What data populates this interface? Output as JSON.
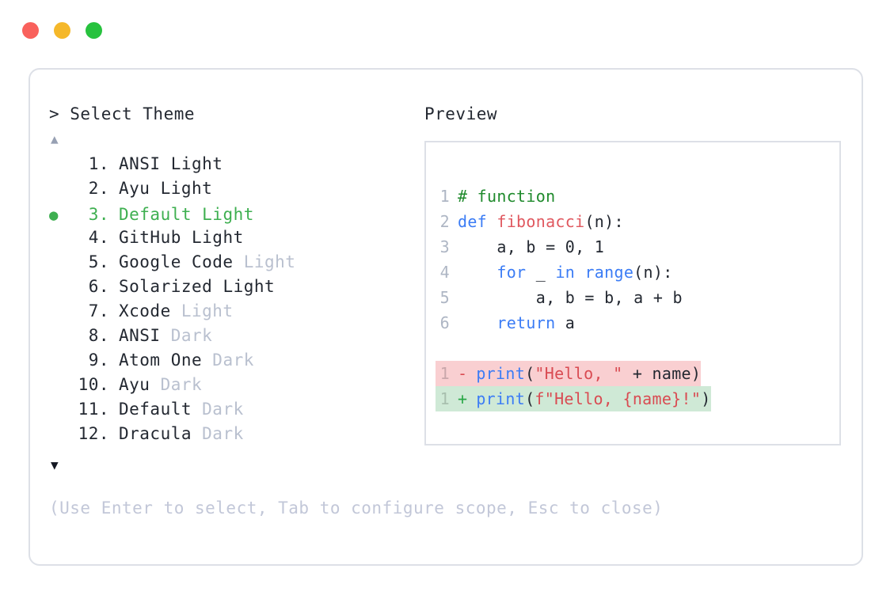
{
  "window": {
    "dots": [
      {
        "name": "close",
        "color": "#f9615c"
      },
      {
        "name": "minimize",
        "color": "#f5b82a"
      },
      {
        "name": "maximize",
        "color": "#27c23e"
      }
    ]
  },
  "left_panel": {
    "prompt": "> Select Theme",
    "scroll_up_icon": "▲",
    "scroll_down_icon": "▼",
    "selected_index": 3,
    "selected_bullet": "●",
    "accent_green": "#3eaf50",
    "muted_color": "#b9c0cf",
    "items": [
      {
        "number": "1.",
        "name": "ANSI",
        "suffix": "Light",
        "suffix_muted": false,
        "selected": false
      },
      {
        "number": "2.",
        "name": "Ayu",
        "suffix": "Light",
        "suffix_muted": false,
        "selected": false
      },
      {
        "number": "3.",
        "name": "Default",
        "suffix": "Light",
        "suffix_muted": false,
        "selected": true
      },
      {
        "number": "4.",
        "name": "GitHub",
        "suffix": "Light",
        "suffix_muted": false,
        "selected": false
      },
      {
        "number": "5.",
        "name": "Google Code",
        "suffix": "Light",
        "suffix_muted": true,
        "selected": false
      },
      {
        "number": "6.",
        "name": "Solarized",
        "suffix": "Light",
        "suffix_muted": false,
        "selected": false
      },
      {
        "number": "7.",
        "name": "Xcode",
        "suffix": "Light",
        "suffix_muted": true,
        "selected": false
      },
      {
        "number": "8.",
        "name": "ANSI",
        "suffix": "Dark",
        "suffix_muted": true,
        "selected": false
      },
      {
        "number": "9.",
        "name": "Atom One",
        "suffix": "Dark",
        "suffix_muted": true,
        "selected": false
      },
      {
        "number": "10.",
        "name": "Ayu",
        "suffix": "Dark",
        "suffix_muted": true,
        "selected": false
      },
      {
        "number": "11.",
        "name": "Default",
        "suffix": "Dark",
        "suffix_muted": true,
        "selected": false
      },
      {
        "number": "12.",
        "name": "Dracula",
        "suffix": "Dark",
        "suffix_muted": true,
        "selected": false
      }
    ],
    "hint": "(Use Enter to select, Tab to configure scope, Esc to close)"
  },
  "right_panel": {
    "label": "Preview",
    "code_lines": [
      {
        "lineno": "1",
        "tokens": [
          {
            "text": "# function",
            "type": "comment"
          }
        ]
      },
      {
        "lineno": "2",
        "tokens": [
          {
            "text": "def ",
            "type": "keyword"
          },
          {
            "text": "fibonacci",
            "type": "fn"
          },
          {
            "text": "(n):",
            "type": "plain"
          }
        ]
      },
      {
        "lineno": "3",
        "tokens": [
          {
            "text": "    a, b = 0, 1",
            "type": "plain"
          }
        ]
      },
      {
        "lineno": "4",
        "tokens": [
          {
            "text": "    ",
            "type": "plain"
          },
          {
            "text": "for",
            "type": "keyword"
          },
          {
            "text": " _ ",
            "type": "plain"
          },
          {
            "text": "in range",
            "type": "keyword"
          },
          {
            "text": "(n):",
            "type": "plain"
          }
        ]
      },
      {
        "lineno": "5",
        "tokens": [
          {
            "text": "        a, b = b, a + b",
            "type": "plain"
          }
        ]
      },
      {
        "lineno": "6",
        "tokens": [
          {
            "text": "    ",
            "type": "plain"
          },
          {
            "text": "return",
            "type": "keyword"
          },
          {
            "text": " a",
            "type": "plain"
          }
        ]
      }
    ],
    "diff_lines": [
      {
        "lineno": "1",
        "sign": "-",
        "kind": "deleted",
        "bg": "#f9cfd1",
        "tokens": [
          {
            "text": "print",
            "type": "keyword"
          },
          {
            "text": "(",
            "type": "plain"
          },
          {
            "text": "\"Hello, \"",
            "type": "string"
          },
          {
            "text": " + name)",
            "type": "plain"
          }
        ]
      },
      {
        "lineno": "1",
        "sign": "+",
        "kind": "added",
        "bg": "#cfe9d6",
        "tokens": [
          {
            "text": "print",
            "type": "keyword"
          },
          {
            "text": "(",
            "type": "plain"
          },
          {
            "text": "f\"Hello, {name}!\"",
            "type": "string"
          },
          {
            "text": ")",
            "type": "plain"
          }
        ]
      }
    ]
  }
}
